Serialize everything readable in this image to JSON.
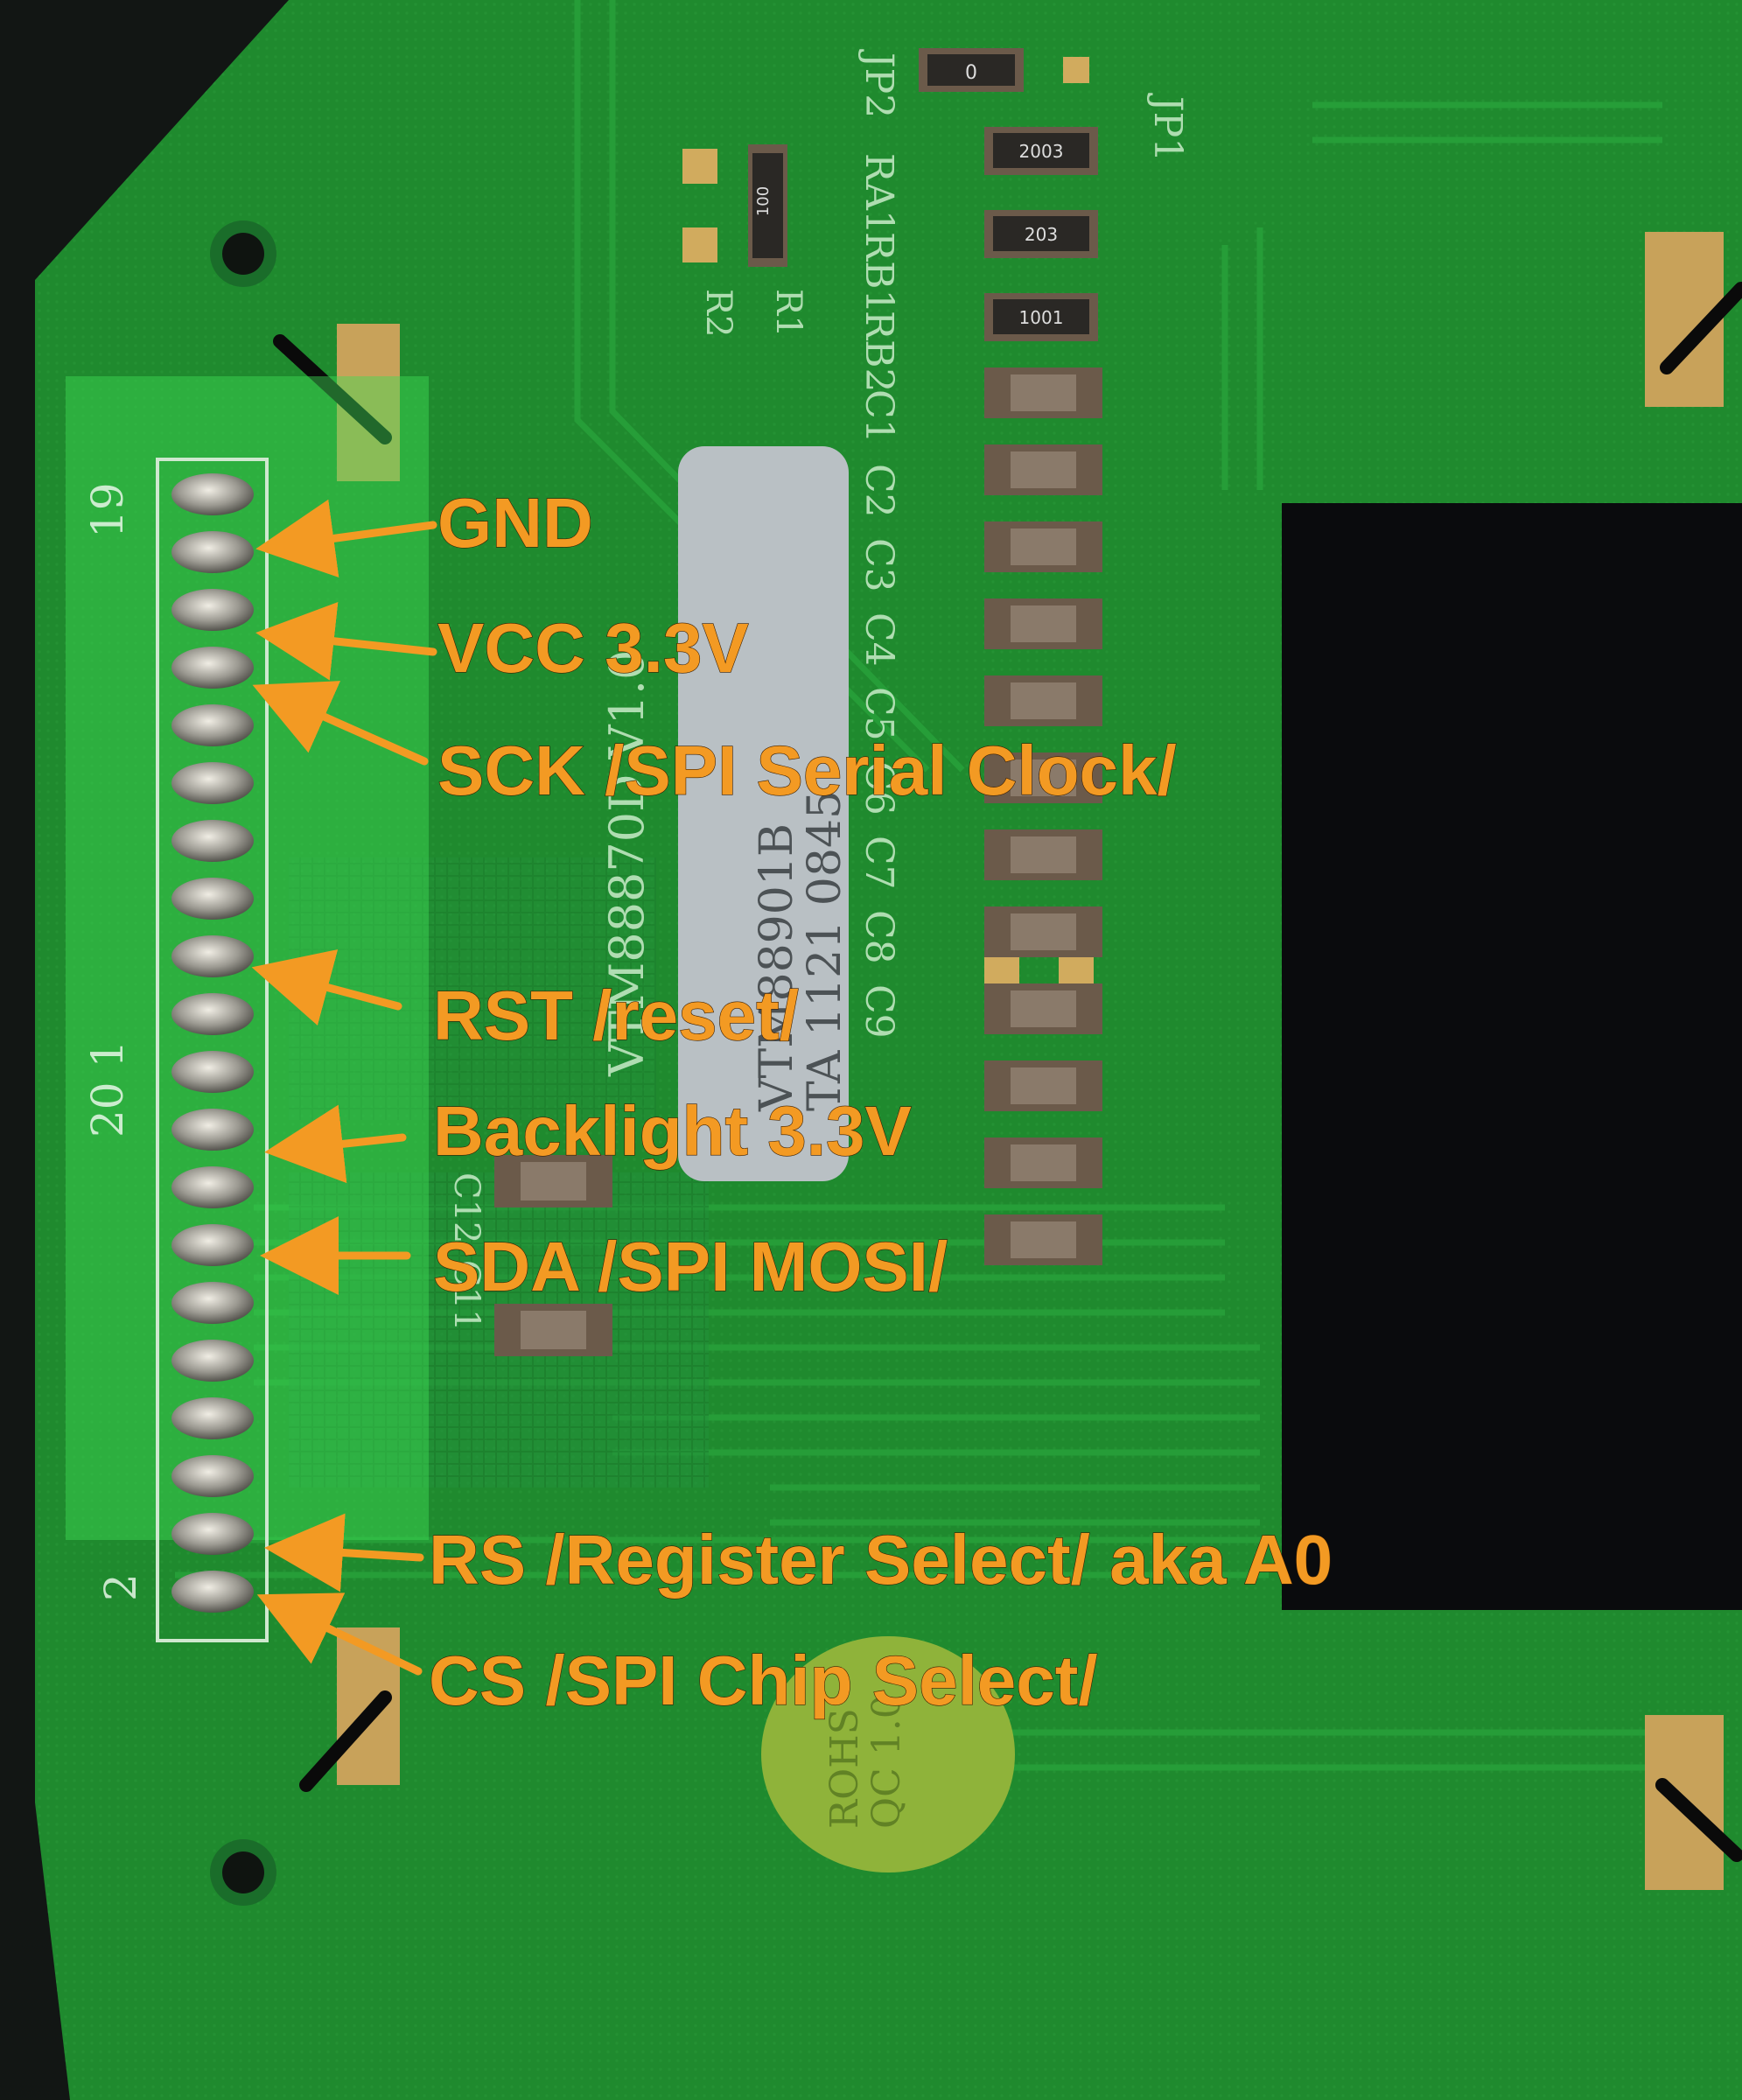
{
  "pin_labels": {
    "gnd": "GND",
    "vcc": "VCC 3.3V",
    "sck": "SCK /SPI Serial Clock/",
    "rst": "RST /reset/",
    "backlight": "Backlight 3.3V",
    "sda": "SDA /SPI MOSI/",
    "rs": "RS /Register Select/ aka A0",
    "cs": "CS /SPI Chip Select/"
  },
  "board_silkscreen": {
    "pin_19": "19",
    "pin_20_1": "20 1",
    "pin_2": "2",
    "jp1": "JP1",
    "jp2": "JP2",
    "ra1": "RA1",
    "rb1": "RB1",
    "rb2": "RB2",
    "r1": "R1",
    "r2": "R2",
    "c1": "C1",
    "c2": "C2",
    "c3": "C3",
    "c4": "C4",
    "c5": "C5",
    "c6": "C6",
    "c7": "C7",
    "c8": "C8",
    "c9": "C9",
    "c11": "C11",
    "c12": "C12",
    "model": "VTM88870D V1.0",
    "sticker_line1": "VTM88901B",
    "sticker_line2": "TA 1121 0845",
    "rohs_line1": "ROHS",
    "rohs_line2": "QC 1.0",
    "res_0": "0",
    "res_2003": "2003",
    "res_203": "203",
    "res_1001": "1001",
    "res_100": "100"
  },
  "colors": {
    "pcb": "#1f8a2e",
    "pcb_dark": "#156b22",
    "highlight": "#3fdc55",
    "label": "#f39a23",
    "pads": "#c8a25a"
  }
}
